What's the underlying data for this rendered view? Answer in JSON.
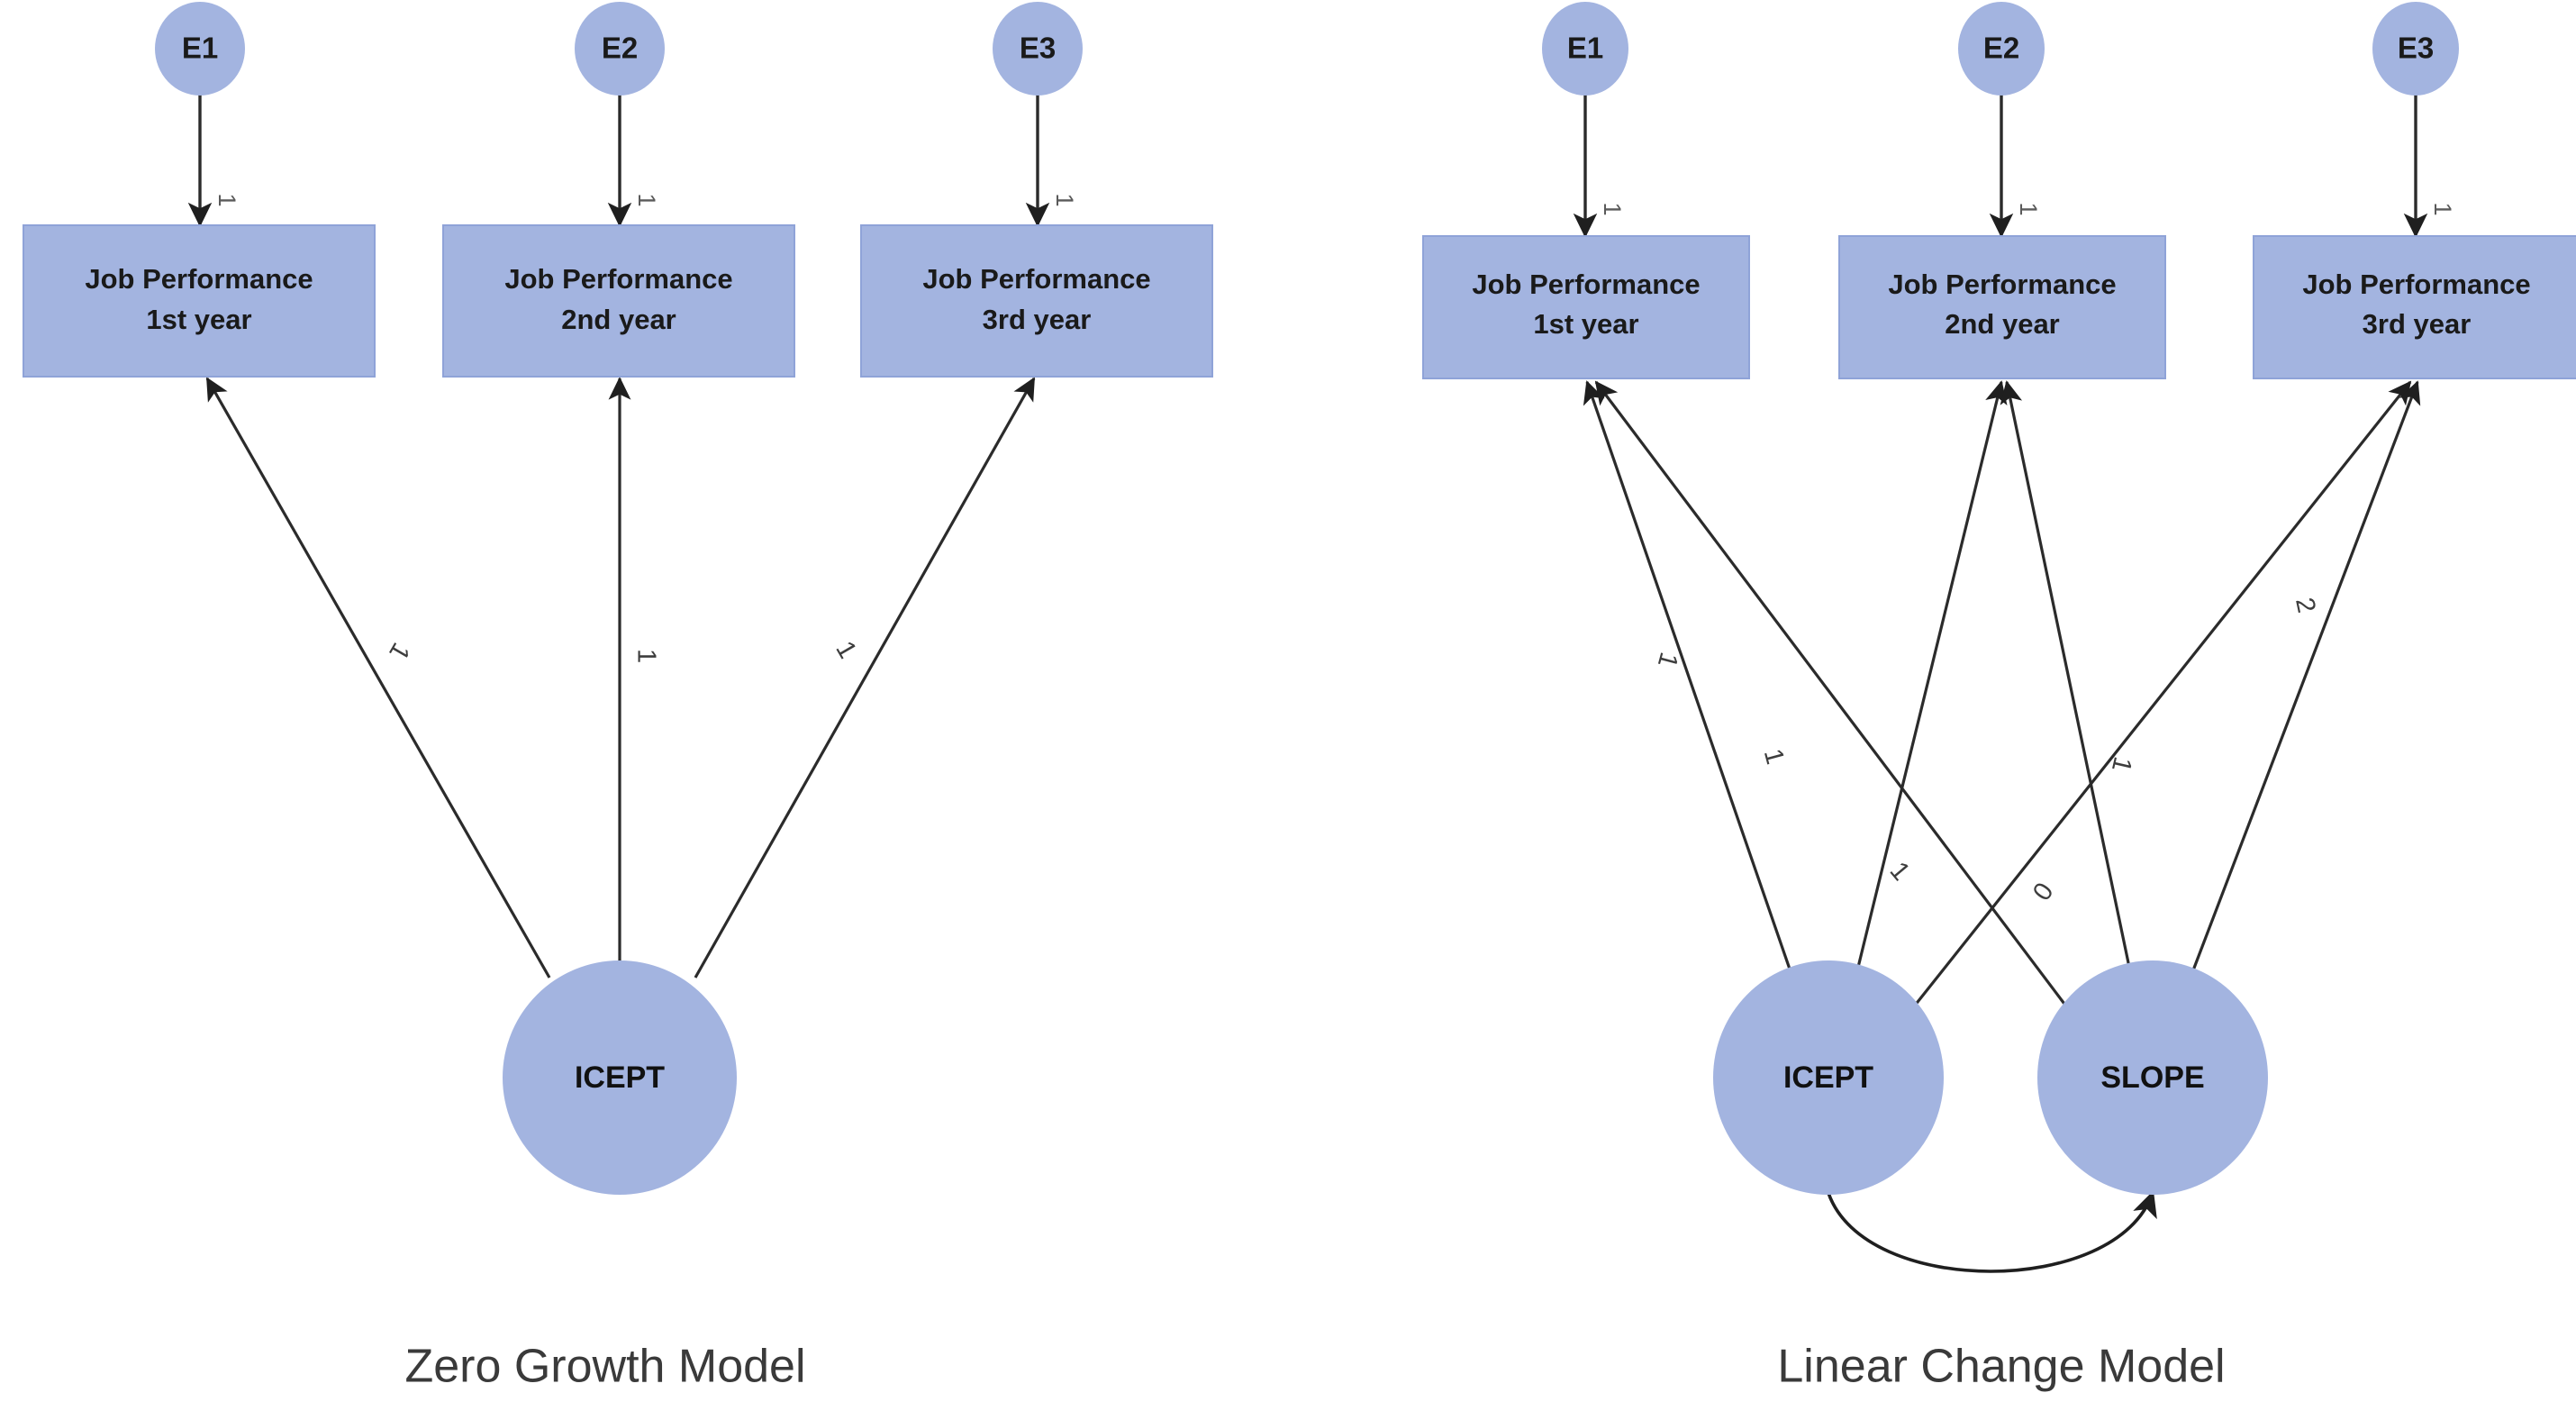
{
  "figure": {
    "background_color": "#ffffff",
    "node_fill_color": "#a3b4e0",
    "path_color": "#2b2b2b",
    "label_color": "#5a5a5a"
  },
  "models": [
    {
      "id": "zero-growth-model",
      "caption": "Zero Growth Model",
      "errors": [
        {
          "id": "E1",
          "label": "E1"
        },
        {
          "id": "E2",
          "label": "E2"
        },
        {
          "id": "E3",
          "label": "E3"
        }
      ],
      "indicators": [
        {
          "id": "jp1",
          "line1": "Job Performance",
          "line2": "1st year"
        },
        {
          "id": "jp2",
          "line1": "Job Performance",
          "line2": "2nd year"
        },
        {
          "id": "jp3",
          "line1": "Job Performance",
          "line2": "3rd year"
        }
      ],
      "latents": [
        {
          "id": "icept",
          "label": "ICEPT"
        }
      ],
      "error_paths": [
        {
          "from": "E1",
          "to": "jp1",
          "coefficient": "1"
        },
        {
          "from": "E2",
          "to": "jp2",
          "coefficient": "1"
        },
        {
          "from": "E3",
          "to": "jp3",
          "coefficient": "1"
        }
      ],
      "loading_paths": [
        {
          "from": "icept",
          "to": "jp1",
          "coefficient": "1"
        },
        {
          "from": "icept",
          "to": "jp2",
          "coefficient": "1"
        },
        {
          "from": "icept",
          "to": "jp3",
          "coefficient": "1"
        }
      ],
      "covariances": []
    },
    {
      "id": "linear-change-model",
      "caption": "Linear Change Model",
      "errors": [
        {
          "id": "E1",
          "label": "E1"
        },
        {
          "id": "E2",
          "label": "E2"
        },
        {
          "id": "E3",
          "label": "E3"
        }
      ],
      "indicators": [
        {
          "id": "jp1",
          "line1": "Job Performance",
          "line2": "1st year"
        },
        {
          "id": "jp2",
          "line1": "Job Performance",
          "line2": "2nd year"
        },
        {
          "id": "jp3",
          "line1": "Job Performance",
          "line2": "3rd year"
        }
      ],
      "latents": [
        {
          "id": "icept",
          "label": "ICEPT"
        },
        {
          "id": "slope",
          "label": "SLOPE"
        }
      ],
      "error_paths": [
        {
          "from": "E1",
          "to": "jp1",
          "coefficient": "1"
        },
        {
          "from": "E2",
          "to": "jp2",
          "coefficient": "1"
        },
        {
          "from": "E3",
          "to": "jp3",
          "coefficient": "1"
        }
      ],
      "loading_paths": [
        {
          "from": "icept",
          "to": "jp1",
          "coefficient": "1"
        },
        {
          "from": "icept",
          "to": "jp2",
          "coefficient": "1"
        },
        {
          "from": "icept",
          "to": "jp3",
          "coefficient": "1"
        },
        {
          "from": "slope",
          "to": "jp1",
          "coefficient": "0"
        },
        {
          "from": "slope",
          "to": "jp2",
          "coefficient": "1"
        },
        {
          "from": "slope",
          "to": "jp3",
          "coefficient": "2"
        }
      ],
      "covariances": [
        {
          "from": "icept",
          "to": "slope",
          "label": ""
        }
      ]
    }
  ]
}
